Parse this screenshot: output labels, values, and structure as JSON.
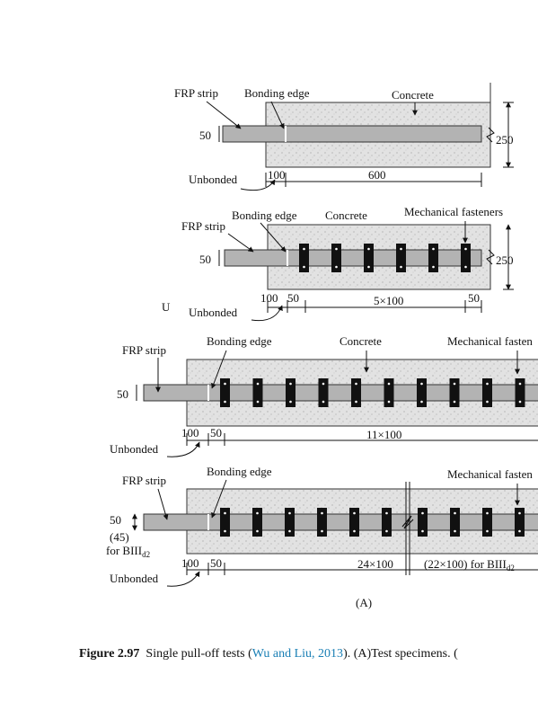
{
  "labels": {
    "frp_strip": "FRP strip",
    "bonding_edge": "Bonding edge",
    "concrete": "Concrete",
    "mech_fasteners_full": "Mechanical fasteners",
    "mech_fasteners_trunc": "Mechanical fasten",
    "unbonded": "Unbonded",
    "stray_u": "U"
  },
  "panel1": {
    "width_dim": "50",
    "height_dim": "250",
    "dim_a": "100",
    "dim_b": "600"
  },
  "panel2": {
    "width_dim": "50",
    "height_dim": "250",
    "dim_a": "100",
    "dim_b": "50",
    "dim_c": "5×100",
    "dim_d": "50",
    "fastener_count": 6
  },
  "panel3": {
    "width_dim": "50",
    "dim_a": "100",
    "dim_b": "50",
    "dim_c": "11×100",
    "fastener_count": 10
  },
  "panel4": {
    "width_dim": "50",
    "width_alt": "(45)",
    "for_prefix": "for BIII",
    "for_sub": "d2",
    "dim_a": "100",
    "dim_b": "50",
    "dim_c": "24×100",
    "dim_d": "(22×100) for BIII",
    "dim_d_sub": "d2",
    "fastener_count": 10
  },
  "panel_label": "(A)",
  "caption": {
    "fig_num": "Figure 2.97",
    "text_1": "Single pull-off tests (",
    "cite": "Wu and Liu, 2013",
    "text_2": "). (A)Test specimens. ("
  },
  "colors": {
    "concrete_fill": "#e2e2e2",
    "strip_fill": "#b3b3b3",
    "fastener_fill": "#111111",
    "cite_color": "#1a7fb5"
  }
}
